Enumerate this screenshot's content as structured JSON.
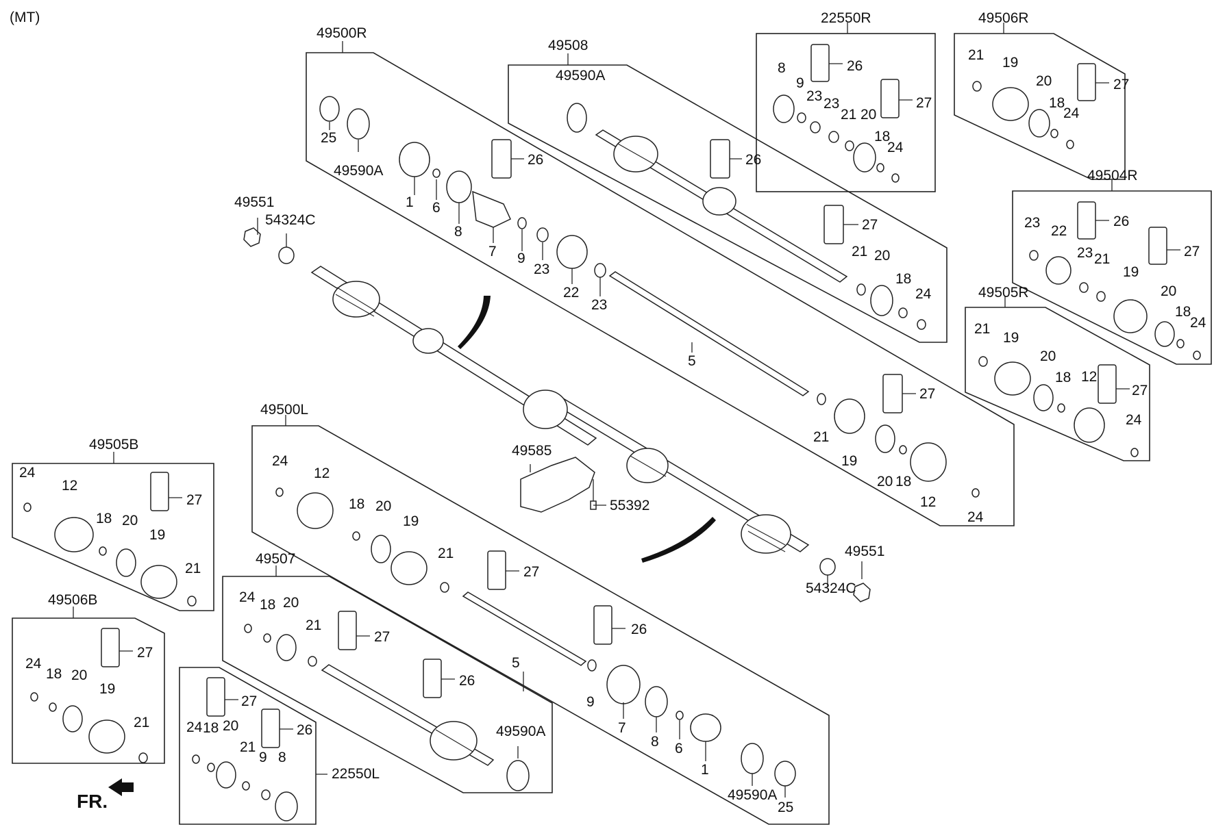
{
  "header": {
    "variant": "(MT)"
  },
  "direction": {
    "label": "FR."
  },
  "assemblies": {
    "a49500R": "49500R",
    "a49508": "49508",
    "a22550R": "22550R",
    "a49506R": "49506R",
    "a49504R": "49504R",
    "a49505R": "49505R",
    "a49500L": "49500L",
    "a49505B": "49505B",
    "a49506B": "49506B",
    "a49507": "49507",
    "a22550L": "22550L"
  },
  "parts": {
    "p49551": "49551",
    "p54324C": "54324C",
    "p49585": "49585",
    "p55392": "55392",
    "p49590A": "49590A",
    "p1": "1",
    "p5": "5",
    "p6": "6",
    "p7": "7",
    "p8": "8",
    "p9": "9",
    "p12": "12",
    "p18": "18",
    "p19": "19",
    "p20": "20",
    "p21": "21",
    "p22": "22",
    "p23": "23",
    "p24": "24",
    "p25": "25",
    "p26": "26",
    "p27": "27"
  }
}
